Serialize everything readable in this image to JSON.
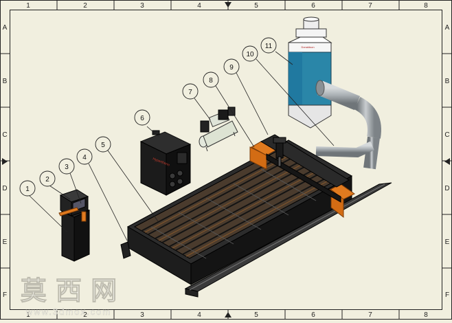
{
  "sheet": {
    "columns": [
      "1",
      "2",
      "3",
      "4",
      "5",
      "6",
      "7",
      "8"
    ],
    "rows": [
      "A",
      "B",
      "C",
      "D",
      "E",
      "F"
    ]
  },
  "balloons": [
    "1",
    "2",
    "3",
    "4",
    "5",
    "6",
    "7",
    "8",
    "9",
    "10",
    "11"
  ],
  "labels": {
    "control_cabinet_brand": "Hypertherm",
    "dust_collector_brand": "Donaldson"
  },
  "watermark": {
    "main": "莫 西 网",
    "url": "www.3dmox.com"
  },
  "colors": {
    "background": "#f1efdf",
    "accent_orange": "#e07a1f",
    "collector_blue": "#2a86a8",
    "duct_gray": "#a8aeb2",
    "machine_black": "#1b1b1b"
  }
}
